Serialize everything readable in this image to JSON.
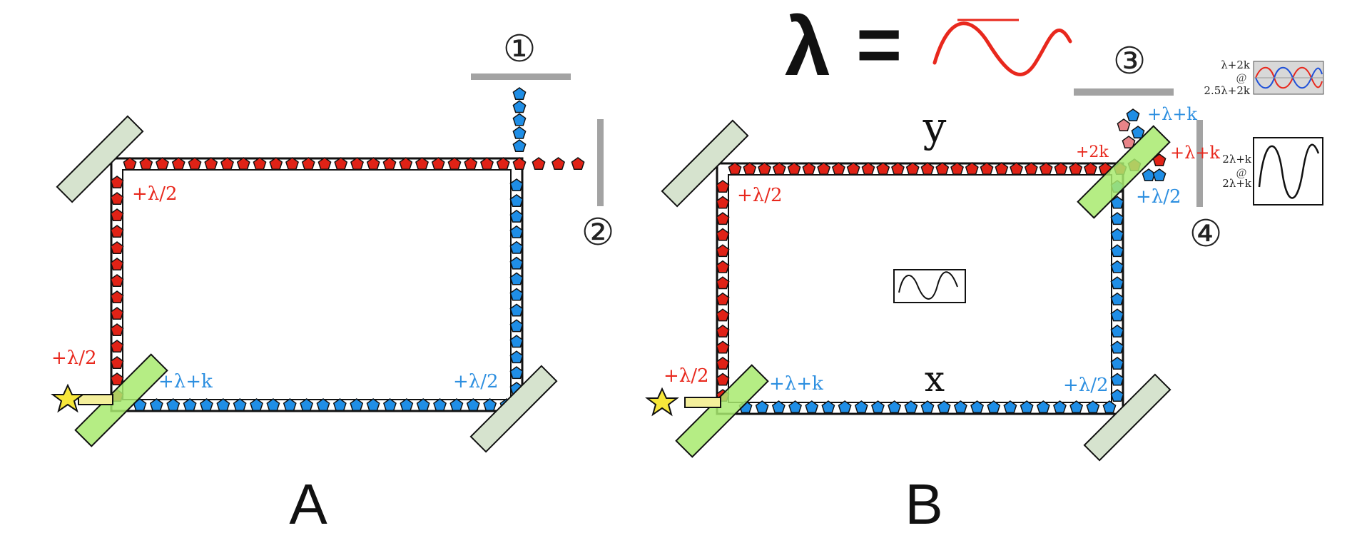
{
  "legend": {
    "lambda_symbol": "λ",
    "equals_symbol": "="
  },
  "panels": [
    {
      "id": "A",
      "label": "A",
      "labels": {
        "top_left": "+λ/2",
        "lower_left": "+λ/2",
        "bottom_left": "+λ+k",
        "bottom_right": "+λ/2"
      },
      "detectors": {
        "d1": "①",
        "d2": "②"
      }
    },
    {
      "id": "B",
      "label": "B",
      "labels": {
        "top_left": "+λ/2",
        "lower_left": "+λ/2",
        "bottom_left": "+λ+k",
        "bottom_right": "+λ/2",
        "arm_top": "y",
        "arm_bottom": "x",
        "top_right_2k": "+2k",
        "top_right_lk_red": "+λ+k",
        "top_right_lk_blue": "+λ+k",
        "top_right_half": "+λ/2"
      },
      "detectors": {
        "d3": "③",
        "d4": "④"
      },
      "insets": {
        "top_line1": "λ+2k",
        "top_line2": "2.5λ+2k",
        "side_line1": "2λ+k",
        "side_line2": "2λ+k"
      }
    }
  ],
  "colors": {
    "red": "#e8281d",
    "blue": "#2d8fe0",
    "mirror": "#d6e3ce",
    "splitter": "#a8ea6e",
    "detector": "#a3a3a3",
    "star": "#f7e73a",
    "photon_red": "#e02216",
    "photon_blue": "#1f8ee6",
    "photon_pink": "#e88488"
  }
}
